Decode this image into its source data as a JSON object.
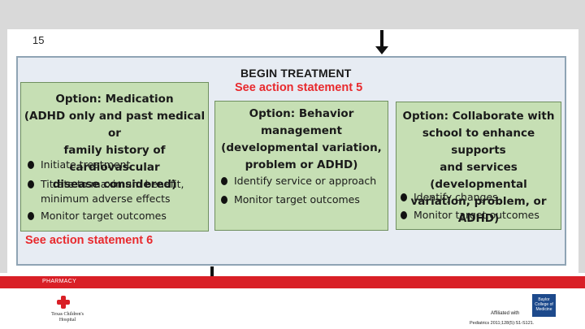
{
  "slide": {
    "number": "15",
    "begin_treatment": "BEGIN TREATMENT",
    "statement_5": "See action statement 5",
    "statement_6": "See action statement 6"
  },
  "boxes": [
    {
      "title_lines": [
        "Option: Medication",
        "(ADHD only and past medical or",
        "family history of cardiovascular",
        "disease considered)"
      ],
      "bullets": [
        {
          "lines": [
            "Initiate treatment"
          ]
        },
        {
          "lines": [
            "Titrate to maximum benefit,",
            "minimum adverse effects"
          ]
        },
        {
          "lines": [
            "Monitor target outcomes"
          ]
        }
      ]
    },
    {
      "title_lines": [
        "Option: Behavior management",
        "(developmental variation,",
        "problem or ADHD)"
      ],
      "bullets": [
        {
          "lines": [
            "Identify service or approach"
          ]
        },
        {
          "lines": [
            "Monitor target outcomes"
          ]
        }
      ]
    },
    {
      "title_lines": [
        "Option: Collaborate with",
        "school to enhance supports",
        "and services (developmental",
        "variation, problem, or ADHD)"
      ],
      "bullets": [
        {
          "lines": [
            "Identify changes"
          ]
        },
        {
          "lines": [
            "Monitor target outcomes"
          ]
        }
      ]
    }
  ],
  "footer": {
    "department": "PHARMACY",
    "logo_text": [
      "Texas Children's",
      "Hospital"
    ],
    "affiliated": "Affiliated with",
    "baylor_text": [
      "Baylor",
      "College of",
      "Medicine"
    ],
    "citation": "Pediatrics 2011;128(5):S1-S121."
  },
  "colors": {
    "box_green": "#c6dfb4",
    "frame_blue": "#e7ecf3",
    "accent_red": "#e8292d",
    "footer_red": "#d91f26"
  }
}
